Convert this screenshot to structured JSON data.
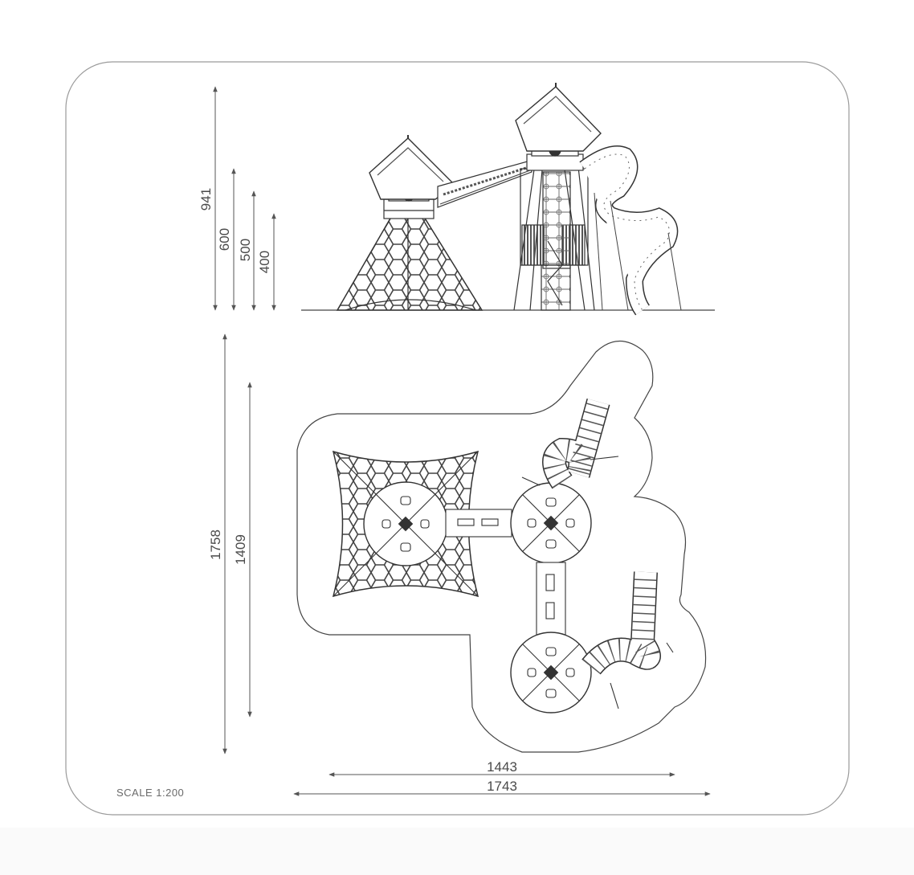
{
  "drawing": {
    "scale_label": "SCALE 1:200"
  },
  "elevation_dimensions": {
    "overall_height": "941",
    "height_2": "600",
    "height_3": "500",
    "height_4": "400"
  },
  "plan_dimensions": {
    "depth_outer": "1758",
    "depth_inner": "1409",
    "width_inner": "1443",
    "width_outer": "1743"
  }
}
